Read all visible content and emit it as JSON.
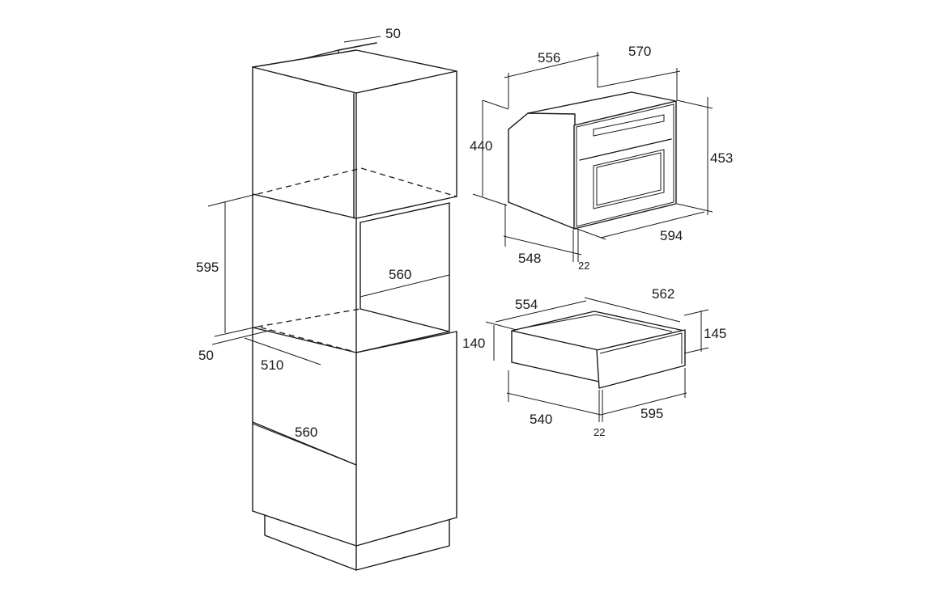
{
  "cabinet": {
    "top_depth_label": "50",
    "opening_height_label": "595",
    "opening_width_label": "560",
    "base_offset_label": "50",
    "shelf_depth_label": "510",
    "lower_width_label": "560"
  },
  "oven": {
    "depth_label": "556",
    "width_label": "570",
    "height_label": "440",
    "front_height_label": "453",
    "front_width_label": "594",
    "body_depth_label": "548",
    "front_thickness_label": "22"
  },
  "drawer": {
    "depth_label": "554",
    "width_label": "562",
    "height_label": "140",
    "front_height_label": "145",
    "body_depth_label": "540",
    "front_width_label": "595",
    "front_thickness_label": "22"
  }
}
